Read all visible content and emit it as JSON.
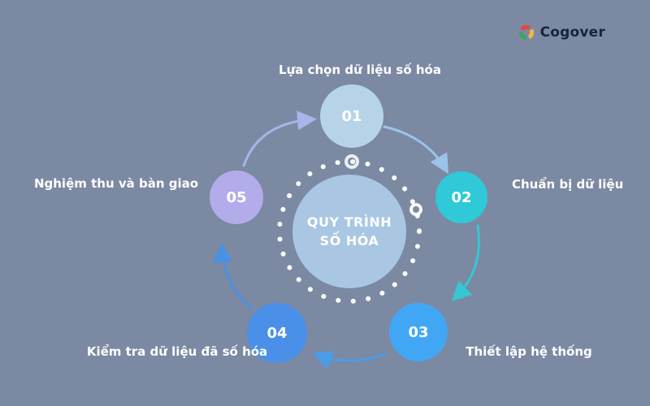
{
  "page": {
    "background": "#7b89a3"
  },
  "logo": {
    "text": "Cogover",
    "colors": {
      "red": "#e8453a",
      "yellow": "#f5b63e",
      "green": "#3ba55d"
    }
  },
  "center": {
    "title_line1": "QUY TRÌNH",
    "title_line2": "SỐ HÓA",
    "fill": "#a9c7e2"
  },
  "steps": [
    {
      "number": "01",
      "label": "Lựa chọn dữ liệu số hóa",
      "color": "#b7d3e8"
    },
    {
      "number": "02",
      "label": "Chuẩn bị dữ liệu",
      "color": "#2fc9d8"
    },
    {
      "number": "03",
      "label": "Thiết lập hệ thống",
      "color": "#41a7f5"
    },
    {
      "number": "04",
      "label": "Kiểm tra dữ liệu đã số hóa",
      "color": "#4a90e8"
    },
    {
      "number": "05",
      "label": "Nghiệm thu và bàn giao",
      "color": "#b2aceb"
    }
  ],
  "arrow_colors": {
    "a_05_01": "#a9b4ea",
    "a_01_02": "#9dc3ea",
    "a_02_03": "#35c7d6",
    "a_03_04": "#4a9ce9",
    "a_04_05": "#4a90e5"
  }
}
